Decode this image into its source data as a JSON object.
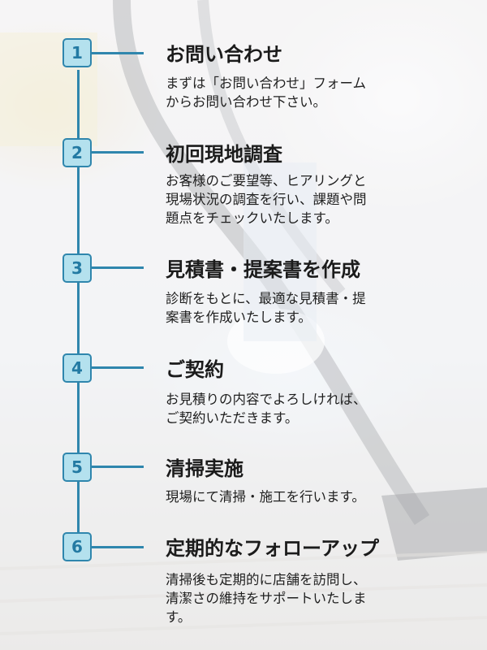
{
  "steps": [
    {
      "number": "1",
      "title": "お問い合わせ",
      "lines": [
        "まずは「お問い合わせ」フォーム",
        "からお問い合わせ下さい。"
      ]
    },
    {
      "number": "2",
      "title": "初回現地調査",
      "lines": [
        "お客様のご要望等、ヒアリングと",
        "現場状況の調査を行い、課題や問",
        "題点をチェックいたします。"
      ]
    },
    {
      "number": "3",
      "title": "見積書・提案書を作成",
      "lines": [
        "診断をもとに、最適な見積書・提",
        "案書を作成いたします。"
      ]
    },
    {
      "number": "4",
      "title": "ご契約",
      "lines": [
        "お見積りの内容でよろしければ、",
        "ご契約いただきます。"
      ]
    },
    {
      "number": "5",
      "title": "清掃実施",
      "lines": [
        "現場にて清掃・施工を行います。"
      ]
    },
    {
      "number": "6",
      "title": "定期的なフォローアップ",
      "lines": [
        "清掃後も定期的に店舗を訪問し、",
        "清潔さの維持をサポートいたしま",
        "す。"
      ]
    }
  ],
  "colors": {
    "accent": "#2f86ad",
    "badge_fill": "#b4e1ee",
    "text": "#1b1b1b"
  }
}
